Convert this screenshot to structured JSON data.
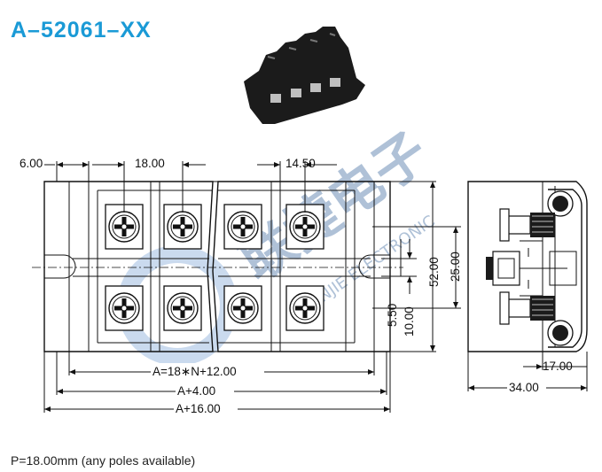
{
  "title": "A–52061–XX",
  "footer": "P=18.00mm (any poles available)",
  "watermark": {
    "cn": "联捷电子",
    "en": "LIANJIE ELECTRONIC"
  },
  "colors": {
    "title": "#1a9ad6",
    "watermark": "#6f90b8",
    "line": "#111111",
    "part_body": "#1b1b1b"
  },
  "dimensions": {
    "top_left": "6.00",
    "top_pitch": "18.00",
    "top_right": "14.50",
    "height_52": "52.00",
    "height_25": "25.00",
    "offset_5_50": "5.50",
    "offset_10": "10.00",
    "depth_17": "17.00",
    "depth_34": "34.00",
    "length_a": "A=18∗N+12.00",
    "length_a4": "A+4.00",
    "length_a16": "A+16.00"
  }
}
